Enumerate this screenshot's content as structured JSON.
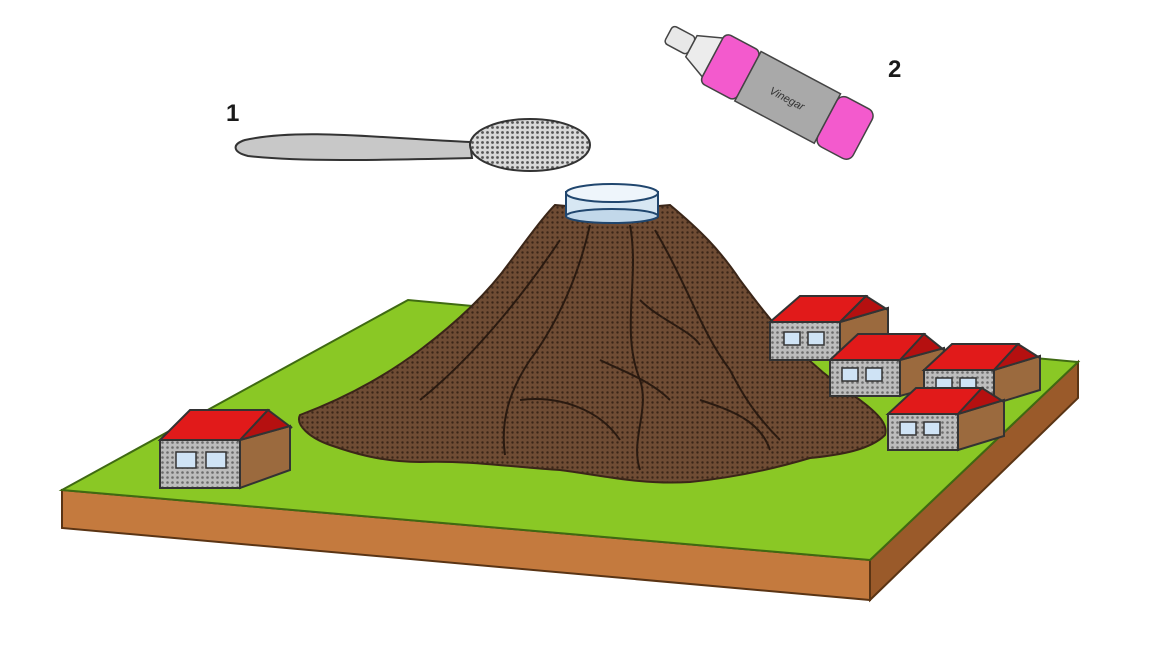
{
  "diagram": {
    "labels": {
      "step_1": "1",
      "step_2": "2"
    },
    "bottle_text": "Vinegar"
  },
  "colors": {
    "grass": "#8ac825",
    "grass_edge": "#3f6a12",
    "soil_side": "#c47a3e",
    "soil_side_dark": "#9a5a2a",
    "volcano": "#6f4c34",
    "volcano_dark": "#3b2618",
    "house_wall": "#b9b9b9",
    "house_roof": "#e11a1a",
    "house_side": "#9b6a3e",
    "window": "#cfe3f5",
    "cup": "#d7e7f3",
    "spoon": "#c8c8c8",
    "bottle_cap": "#f35acd",
    "bottle_body": "#a9a9a9"
  }
}
